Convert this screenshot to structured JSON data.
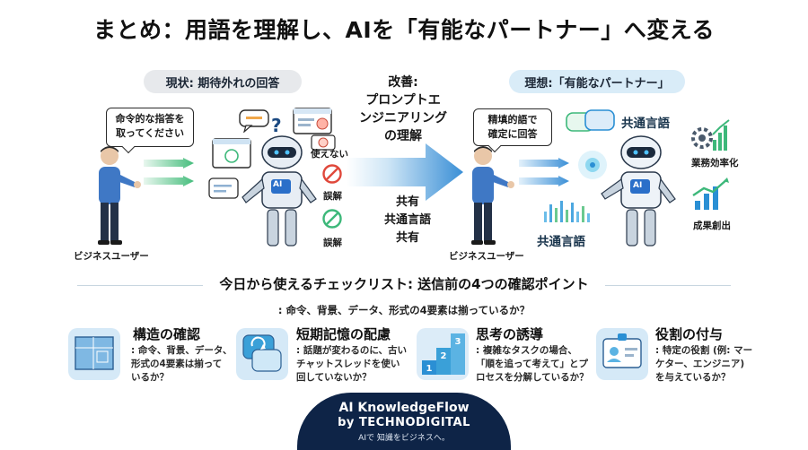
{
  "title": "まとめ：用語を理解し、AIを「有能なパートナー」へ変える",
  "current": {
    "label": "現状: 期待外れの回答",
    "bubble": [
      "命令的な指答を",
      "取ってください"
    ],
    "user_label": "ビジネスユーザー",
    "issues": [
      "使えない",
      "誤解",
      "誤解"
    ],
    "question_mark": "?"
  },
  "center": {
    "title": [
      "改善:",
      "プロンプトエ",
      "ンジニアリング",
      "の理解"
    ],
    "share": [
      "共有",
      "共通言語",
      "共有"
    ]
  },
  "ideal": {
    "label": "理想:「有能なパートナー」",
    "bubble": [
      "精填的語で",
      "確定に回答"
    ],
    "user_label": "ビジネスユーザー",
    "common_top": "共通言語",
    "common_bottom": "共通言語",
    "ai_badge": "AI",
    "benefits": [
      "業務効率化",
      "成果創出"
    ]
  },
  "checklist": {
    "title": "今日から使えるチェックリスト: 送信前の4つの確認ポイント",
    "subtitle": ": 命令、背景、データ、形式の4要素は揃っているか？",
    "items": [
      {
        "title": "構造の確認",
        "desc": [
          ": 命令、背景、データ、",
          "形式の4要素は揃って",
          "いるか？"
        ]
      },
      {
        "title": "短期記憶の配慮",
        "desc": [
          ": 話題が変わるのに、古い",
          "チャットスレッドを使い",
          "回していないか？"
        ]
      },
      {
        "title": "思考の誘導",
        "desc": [
          ": 複雑なタスクの場合、",
          "「順を追って考えて」とプ",
          "ロセスを分解しているか？"
        ]
      },
      {
        "title": "役割の付与",
        "desc": [
          ": 特定の役割 (例: マー",
          "ケター、エンジニア)",
          "を与えているか？"
        ]
      }
    ],
    "step_numbers": [
      "1",
      "2",
      "3"
    ]
  },
  "footer": {
    "line1": "AI KnowledgeFlow",
    "line2": "by TECHNODIGITAL",
    "line3": "AIで 知識をビジネスへ。"
  },
  "colors": {
    "navy": "#0e2447",
    "accent_blue": "#2a8fd4",
    "light_blue": "#d5e9f7",
    "green": "#3db87a",
    "red": "#e0483b"
  }
}
